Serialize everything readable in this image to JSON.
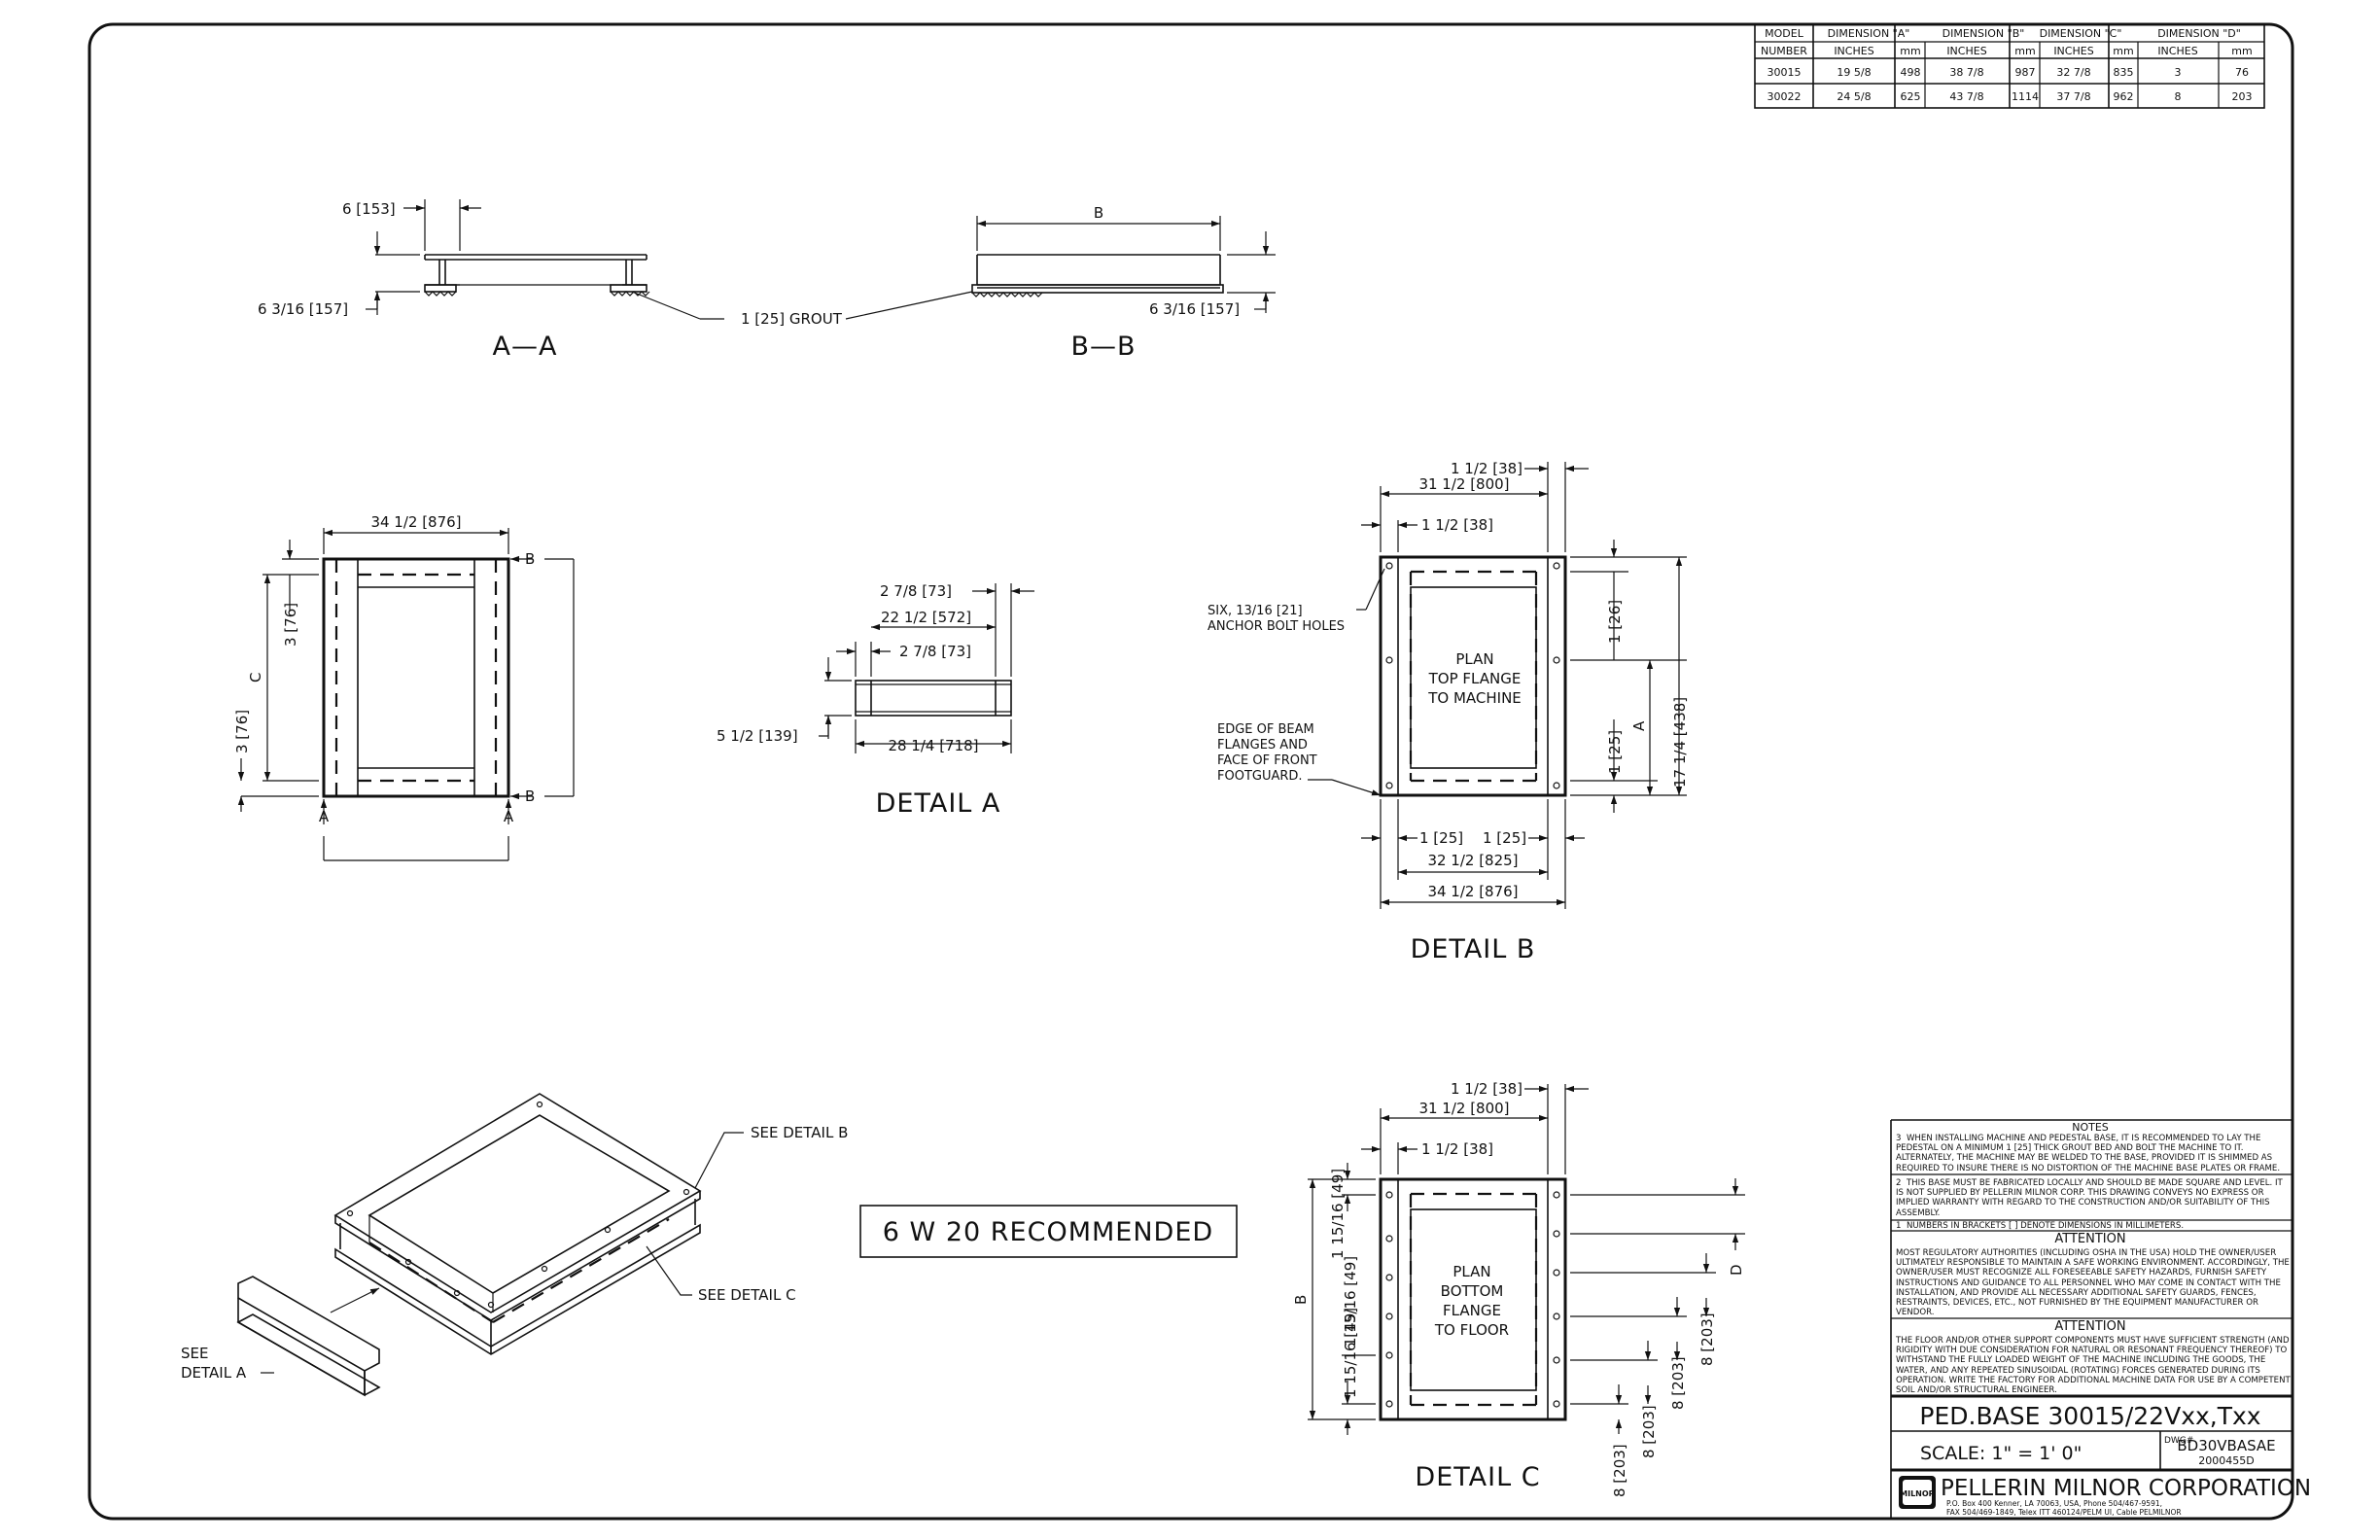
{
  "dimension_table": {
    "headers_top": [
      "MODEL",
      "DIMENSION \"A\"",
      "DIMENSION \"B\"",
      "DIMENSION \"C\"",
      "DIMENSION \"D\""
    ],
    "headers_sub": [
      "NUMBER",
      "INCHES",
      "mm",
      "INCHES",
      "mm",
      "INCHES",
      "mm",
      "INCHES",
      "mm"
    ],
    "rows": [
      [
        "30015",
        "19 5/8",
        "498",
        "38 7/8",
        "987",
        "32 7/8",
        "835",
        "3",
        "76"
      ],
      [
        "30022",
        "24 5/8",
        "625",
        "43 7/8",
        "1114",
        "37 7/8",
        "962",
        "8",
        "203"
      ]
    ]
  },
  "section_aa": {
    "title": "A—A",
    "dim_top": "6 [153]",
    "dim_left": "6 3/16 [157]",
    "grout": "1 [25] GROUT"
  },
  "section_bb": {
    "title": "B—B",
    "dim_top": "B",
    "dim_right": "6 3/16 [157]"
  },
  "plan_view": {
    "width": "34 1/2 [876]",
    "flange_top": "3 [76]",
    "height": "C",
    "flange_bottom": "3 [76]",
    "cut_b": "B",
    "cut_a": "A"
  },
  "detail_a": {
    "title": "DETAIL A",
    "d1": "2 7/8 [73]",
    "d2": "22 1/2 [572]",
    "d3": "2 7/8 [73]",
    "d4": "5 1/2 [139]",
    "d5": "28 1/4 [718]"
  },
  "detail_b": {
    "title": "DETAIL B",
    "top1": "1 1/2 [38]",
    "top2": "31 1/2 [800]",
    "top3": "1 1/2 [38]",
    "holes_note": [
      "SIX, 13/16 [21]",
      "ANCHOR BOLT HOLES"
    ],
    "plan_label": [
      "PLAN",
      "TOP FLANGE",
      "TO MACHINE"
    ],
    "edge_note": [
      "EDGE OF BEAM",
      "FLANGES AND",
      "FACE OF FRONT",
      "FOOTGUARD."
    ],
    "right1": "1 [26]",
    "right2": "1 [25]",
    "right_a": "A",
    "right3": "17 1/4 [438]",
    "bot1": "1 [25]",
    "bot2": "1 [25]",
    "bot3": "32 1/2 [825]",
    "bot4": "34 1/2 [876]"
  },
  "detail_c": {
    "title": "DETAIL C",
    "top1": "1 1/2 [38]",
    "top2": "31 1/2 [800]",
    "top3": "1 1/2 [38]",
    "left_b": "B",
    "left1": "1 15/16 [49]",
    "left2": "1 15/16 [49]",
    "left3": "1 15/16 [49]",
    "plan_label": [
      "PLAN",
      "BOTTOM",
      "FLANGE",
      "TO FLOOR"
    ],
    "right_d": "D",
    "right1": "8 [203]",
    "right2": "8 [203]",
    "right3": "8 [203]",
    "right4": "8 [203]"
  },
  "iso_view": {
    "see_b": "SEE DETAIL B",
    "see_c": "SEE DETAIL C",
    "see_a": [
      "SEE",
      "DETAIL A"
    ]
  },
  "recommend": "6 W 20 RECOMMENDED",
  "notes": {
    "title": "NOTES",
    "note3_num": "3",
    "note3": "WHEN INSTALLING MACHINE AND PEDESTAL BASE, IT IS RECOMMENDED TO LAY THE PEDESTAL ON A MINIMUM 1 [25] THICK GROUT BED AND BOLT THE MACHINE TO IT. ALTERNATELY, THE MACHINE MAY BE WELDED TO THE BASE, PROVIDED IT IS SHIMMED AS REQUIRED TO INSURE THERE IS NO DISTORTION OF THE MACHINE BASE PLATES OR FRAME.",
    "note2_num": "2",
    "note2": "THIS BASE MUST BE FABRICATED LOCALLY AND SHOULD BE MADE SQUARE AND LEVEL. IT IS NOT SUPPLIED BY PELLERIN MILNOR CORP. THIS DRAWING CONVEYS NO EXPRESS OR IMPLIED WARRANTY WITH REGARD TO THE CONSTRUCTION AND/OR SUITABILITY OF THIS ASSEMBLY.",
    "note1_num": "1",
    "note1": "NUMBERS IN BRACKETS [ ] DENOTE DIMENSIONS IN MILLIMETERS.",
    "attention1_title": "ATTENTION",
    "attention1": "MOST REGULATORY AUTHORITIES (INCLUDING OSHA IN THE USA) HOLD THE OWNER/USER ULTIMATELY RESPONSIBLE TO MAINTAIN A SAFE WORKING ENVIRONMENT. ACCORDINGLY, THE OWNER/USER MUST RECOGNIZE ALL FORESEEABLE SAFETY HAZARDS, FURNISH SAFETY INSTRUCTIONS AND GUIDANCE TO ALL PERSONNEL WHO MAY COME IN CONTACT WITH THE INSTALLATION, AND PROVIDE ALL NECESSARY ADDITIONAL SAFETY GUARDS, FENCES, RESTRAINTS, DEVICES, ETC., NOT FURNISHED BY THE EQUIPMENT MANUFACTURER OR VENDOR.",
    "attention2_title": "ATTENTION",
    "attention2": "THE FLOOR AND/OR OTHER SUPPORT COMPONENTS MUST HAVE SUFFICIENT STRENGTH (AND RIGIDITY WITH DUE CONSIDERATION FOR NATURAL OR RESONANT FREQUENCY THEREOF) TO WITHSTAND THE FULLY LOADED WEIGHT OF THE MACHINE INCLUDING THE GOODS, THE WATER, AND ANY REPEATED SINUSOIDAL (ROTATING) FORCES GENERATED DURING ITS OPERATION. WRITE THE FACTORY FOR ADDITIONAL MACHINE DATA FOR USE BY A COMPETENT SOIL AND/OR STRUCTURAL ENGINEER."
  },
  "title_block": {
    "title": "PED.BASE 30015/22Vxx,Txx",
    "scale": "SCALE: 1\" = 1' 0\"",
    "dwg_label": "DWG#",
    "dwg_number": "BD30VBASAE",
    "dwg_sub": "2000455D",
    "logo": "MILNOR",
    "company": "PELLERIN MILNOR CORPORATION",
    "address1": "P.O. Box 400 Kenner, LA 70063, USA, Phone 504/467-9591,",
    "address2": "FAX 504/469-1849, Telex ITT 460124/PELM UI, Cable PELMILNOR"
  }
}
